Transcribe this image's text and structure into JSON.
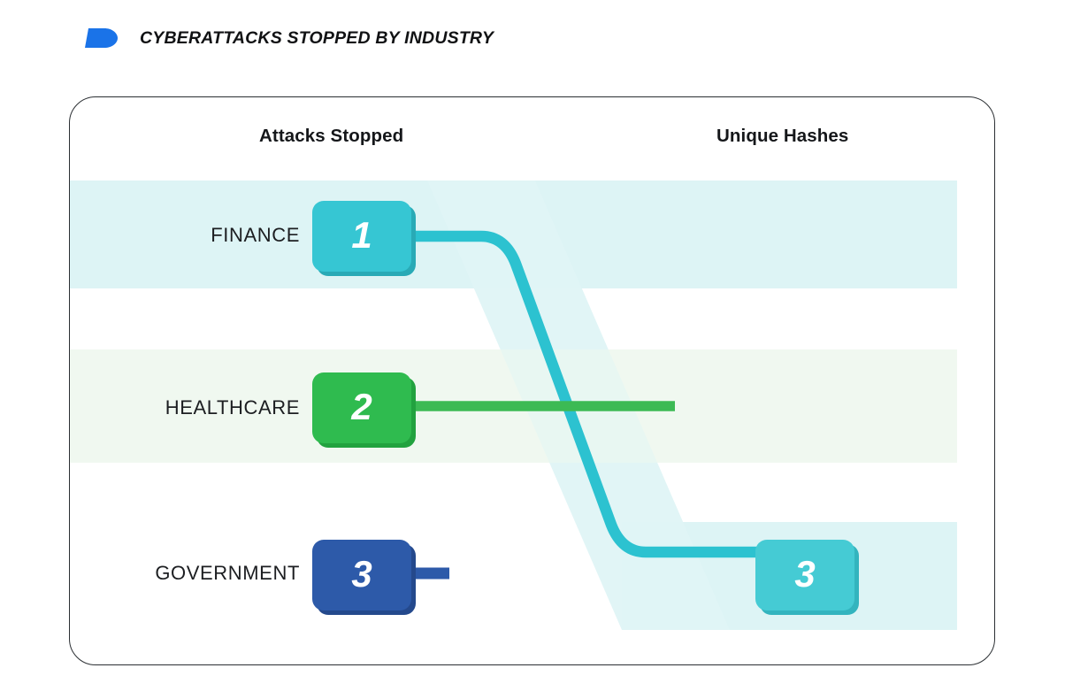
{
  "header": {
    "title": "CYBERATTACKS STOPPED BY INDUSTRY",
    "logo_icon": "brand-d-logo-icon",
    "logo_color": "#1a73e8"
  },
  "card": {
    "columns": [
      {
        "key": "attacks_stopped",
        "label": "Attacks Stopped"
      },
      {
        "key": "unique_hashes",
        "label": "Unique Hashes"
      }
    ],
    "rows": [
      {
        "key": "finance",
        "label": "FINANCE",
        "band_color": "#def5f5"
      },
      {
        "key": "healthcare",
        "label": "HEALTHCARE",
        "band_color": "#f1f9f1"
      },
      {
        "key": "government",
        "label": "GOVERNMENT",
        "band_color": "#ffffff"
      }
    ],
    "nodes": [
      {
        "key": "finance-attacks",
        "row": "finance",
        "column": "attacks_stopped",
        "value": "1",
        "color": "#36c6d3",
        "shadow": "#29aab6"
      },
      {
        "key": "healthcare-attacks",
        "row": "healthcare",
        "column": "attacks_stopped",
        "value": "2",
        "color": "#2fbb4f",
        "shadow": "#22a23f"
      },
      {
        "key": "government-attacks",
        "row": "government",
        "column": "attacks_stopped",
        "value": "3",
        "color": "#2d5aa9",
        "shadow": "#24498c"
      },
      {
        "key": "unique-hashes-3",
        "row": "government",
        "column": "unique_hashes",
        "value": "3",
        "color": "#45cbd4",
        "shadow": "#33b4be"
      }
    ],
    "links": [
      {
        "key": "finance-to-hashes",
        "from": "finance-attacks",
        "to": "unique-hashes-3",
        "color": "#2cc2d0",
        "ribbon_color": "#e0f5f6"
      },
      {
        "key": "healthcare-stub",
        "from": "healthcare-attacks",
        "to": null,
        "color": "#3cba54",
        "ribbon_color": "#f1f9f1"
      },
      {
        "key": "government-stub",
        "from": "government-attacks",
        "to": null,
        "color": "#2d5aa9",
        "ribbon_color": null
      }
    ]
  },
  "chart_data": {
    "type": "diagram",
    "title": "CYBERATTACKS STOPPED BY INDUSTRY",
    "categories": [
      "FINANCE",
      "HEALTHCARE",
      "GOVERNMENT"
    ],
    "series": [
      {
        "name": "Attacks Stopped",
        "values": [
          1,
          2,
          3
        ]
      },
      {
        "name": "Unique Hashes",
        "values": [
          null,
          null,
          3
        ]
      }
    ],
    "flows": [
      {
        "source": "FINANCE",
        "source_value": 1,
        "target": "Unique Hashes",
        "target_value": 3
      },
      {
        "source": "HEALTHCARE",
        "source_value": 2,
        "target": null,
        "target_value": null
      },
      {
        "source": "GOVERNMENT",
        "source_value": 3,
        "target": null,
        "target_value": null
      }
    ],
    "legend_position": "none",
    "grid": false
  }
}
